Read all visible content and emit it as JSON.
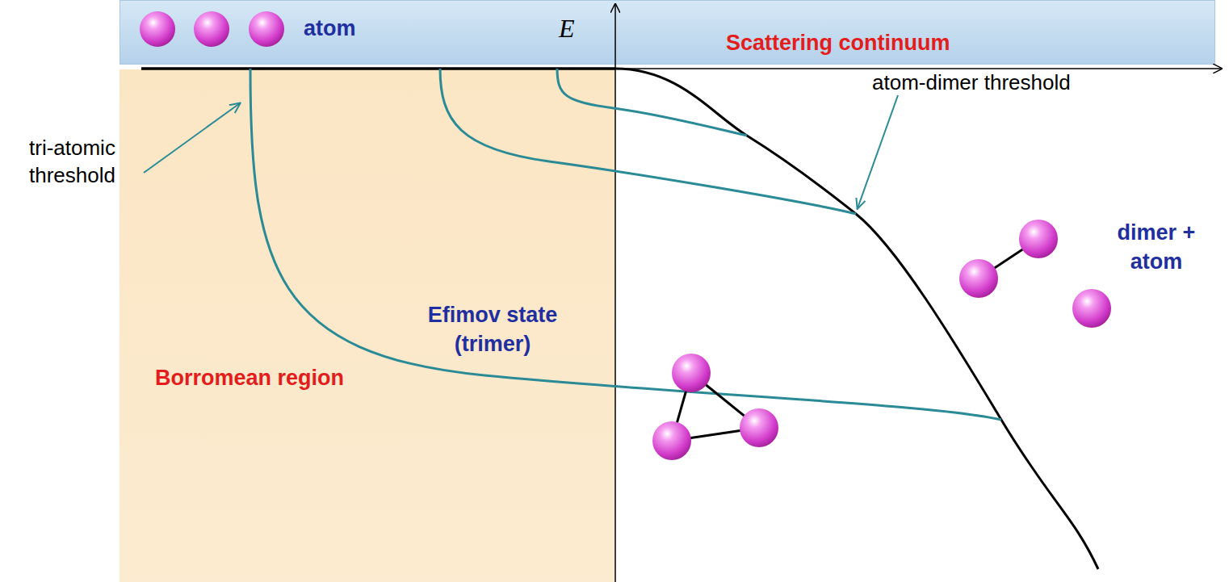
{
  "diagram": {
    "nodes": [
      {
        "text": [
          "atom",
          "Scattering continuum"
        ]
      },
      {
        "text": [
          "Efimov state (trimer)",
          "Borromean region"
        ]
      }
    ],
    "labels": [
      "E",
      "tri-atomic threshold",
      "atom-dimer threshold",
      "dimer + atom"
    ]
  }
}
